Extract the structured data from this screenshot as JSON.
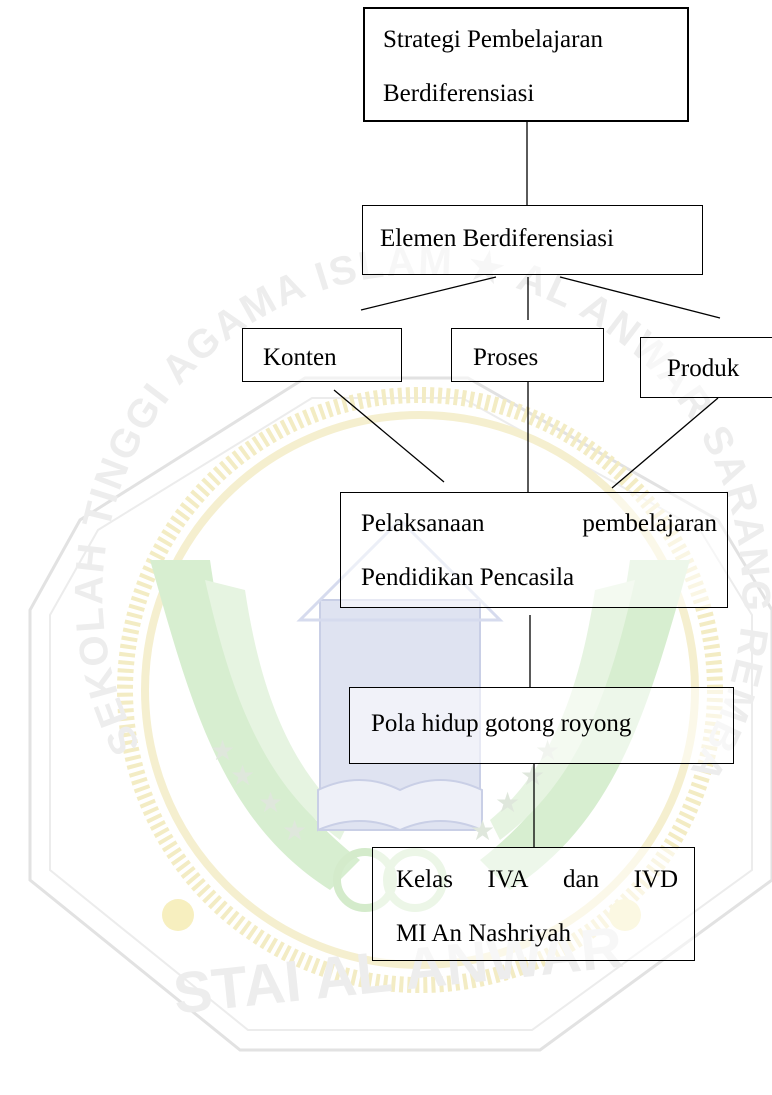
{
  "watermark": {
    "arc_text": "SEKOLAH TINGGI AGAMA ISLAM ★ AL ANWAR SARANG REMBANG",
    "bottom_text": "STAI AL ANWAR",
    "colors": {
      "ring": "#d9d9d9",
      "gold": "#f4e9a8",
      "green": "#cfe9c6",
      "blue": "#cfd6ec",
      "blue_dark": "#b9c2e2"
    }
  },
  "diagram": {
    "root": {
      "line1": "Strategi  Pembelajaran",
      "line2": "Berdiferensiasi"
    },
    "elements": {
      "label": "Elemen Berdiferensiasi"
    },
    "children": [
      {
        "label": "Konten"
      },
      {
        "label": "Proses"
      },
      {
        "label": "Produk"
      }
    ],
    "implementation": {
      "line1_words": [
        "Pelaksanaan",
        "pembelajaran"
      ],
      "line2": "Pendidikan Pencasila"
    },
    "pattern": {
      "label": "Pola hidup gotong royong"
    },
    "target": {
      "line1_words": [
        "Kelas",
        "IVA",
        "dan",
        "IVD"
      ],
      "line2": "MI An Nashriyah"
    }
  }
}
